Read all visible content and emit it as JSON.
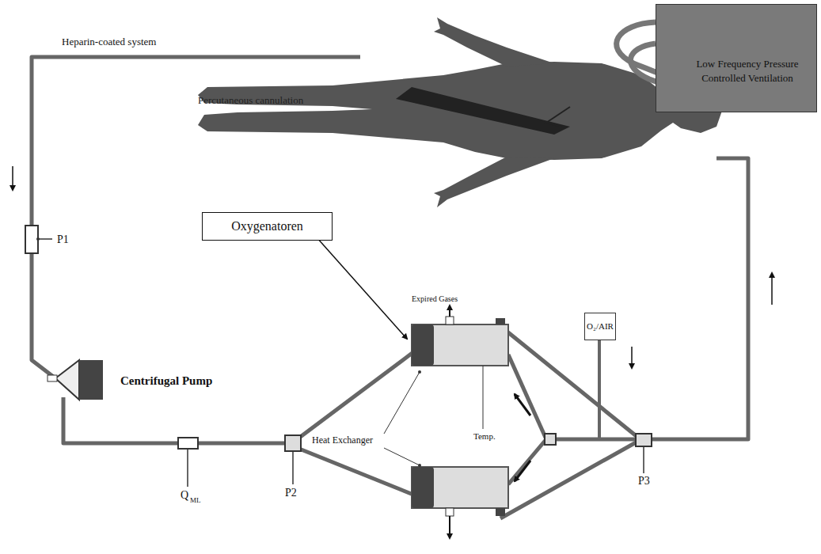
{
  "diagram": {
    "nodes": [
      {
        "text": [
          "Low Frequency Pressure Controlled Ventilation"
        ]
      },
      {
        "text": [
          "Oxygenatoren"
        ]
      },
      {
        "text": [
          "O₂/AIR"
        ]
      }
    ],
    "labels": [
      "Heparin-coated system",
      "Percutaneous cannulation",
      "P1",
      "Centrifugal Pump",
      "Expired Gases",
      "Heat Exchanger",
      "Temp.",
      "Q",
      "ML",
      "P2",
      "P3"
    ]
  }
}
